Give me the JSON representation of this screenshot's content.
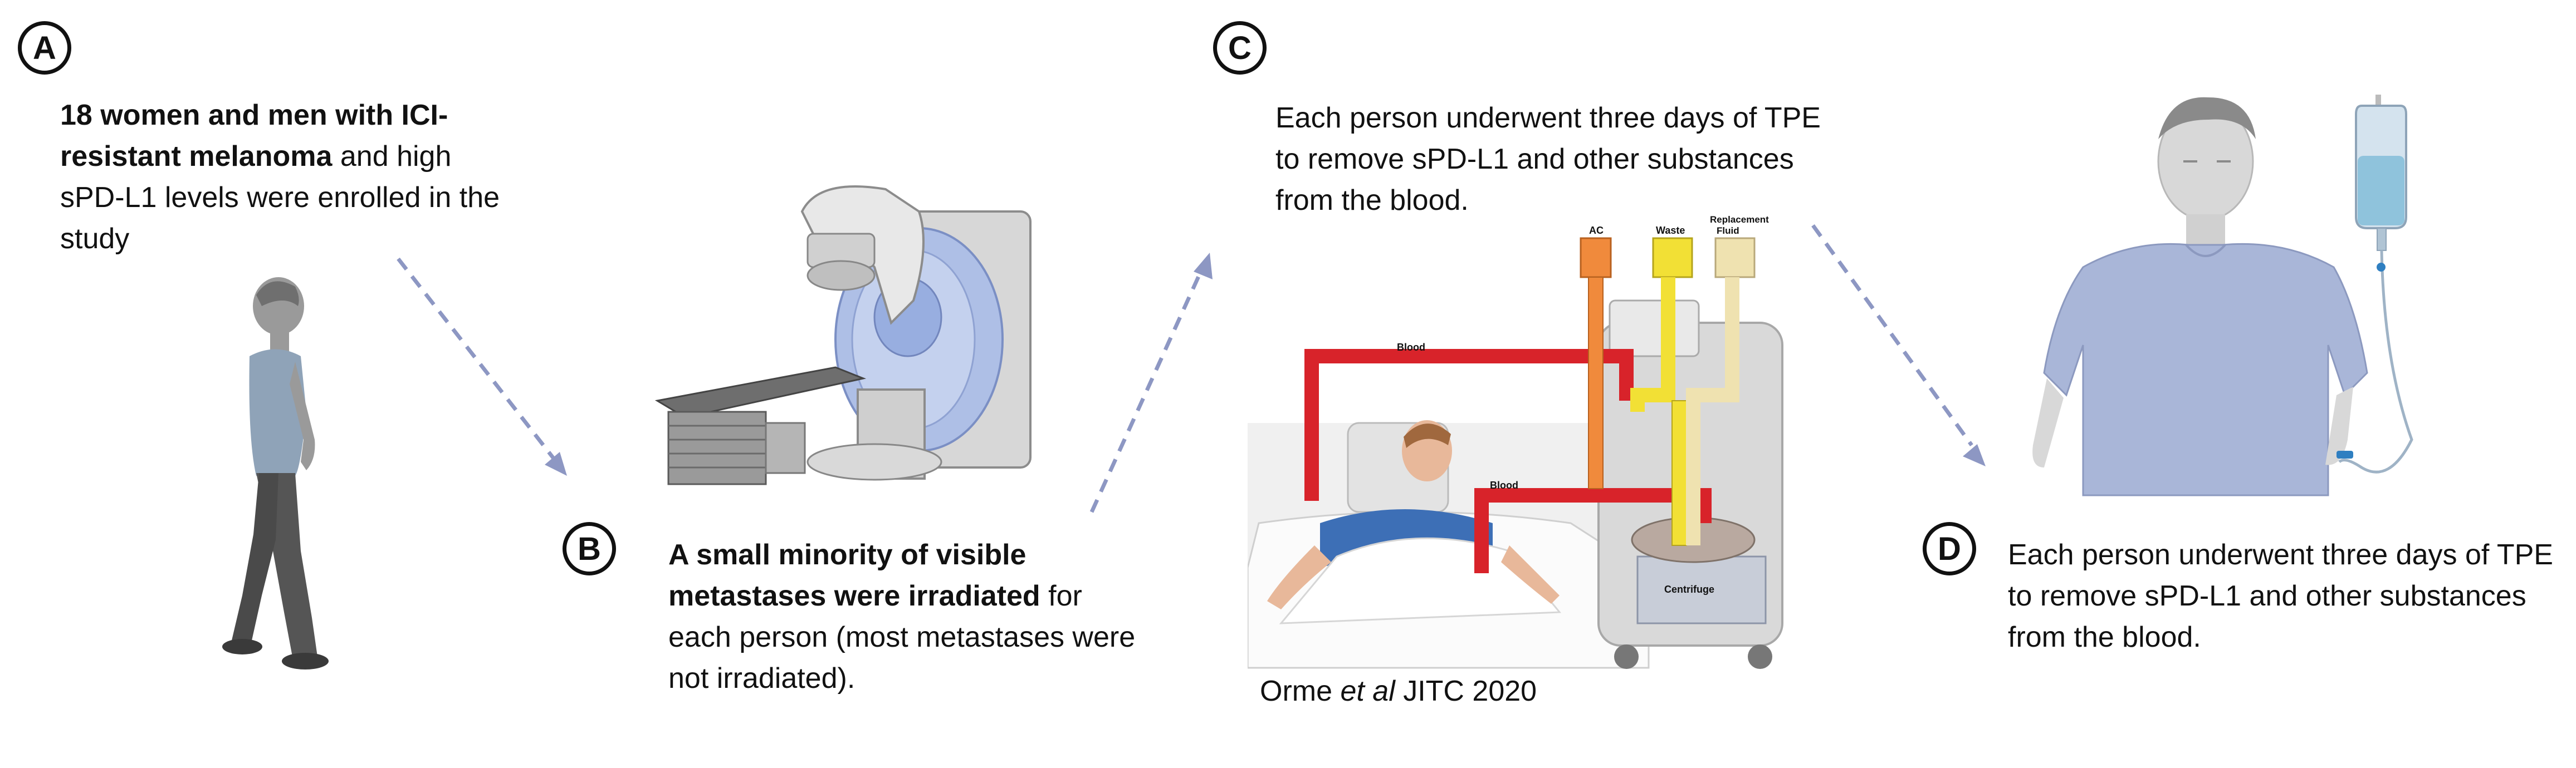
{
  "panels": {
    "a": {
      "label": "A",
      "caption_bold": "18 women and men with ICI-resistant melanoma",
      "caption_rest": " and high sPD-L1 levels were enrolled in the study"
    },
    "b": {
      "label": "B",
      "caption_bold": "A small minority of visible metastases were irradiated",
      "caption_rest": " for each person (most metastases were not irradiated)."
    },
    "c": {
      "label": "C",
      "caption": "Each person underwent three days of TPE to remove sPD-L1 and other substances from the blood.",
      "diagram_labels": {
        "ac": "AC",
        "waste": "Waste",
        "replacement_line1": "Replacement",
        "replacement_line2": "Fluid",
        "blood_top": "Blood",
        "blood_lower": "Blood",
        "centrifuge": "Centrifuge"
      },
      "source_author": "Orme ",
      "source_etal": "et al",
      "source_journal": " JITC 2020"
    },
    "d": {
      "label": "D",
      "caption": "Each person underwent three days of TPE to remove sPD-L1 and other substances from the blood."
    }
  },
  "colors": {
    "arrow": "#8d97c3",
    "tubing_red": "#d8232a",
    "ac_orange": "#f08a3c",
    "waste_yellow": "#f2e035",
    "replacement_cream": "#efe2b0",
    "shirt_blue": "#a9b6d8",
    "gown_blue": "#3d6fb6"
  }
}
